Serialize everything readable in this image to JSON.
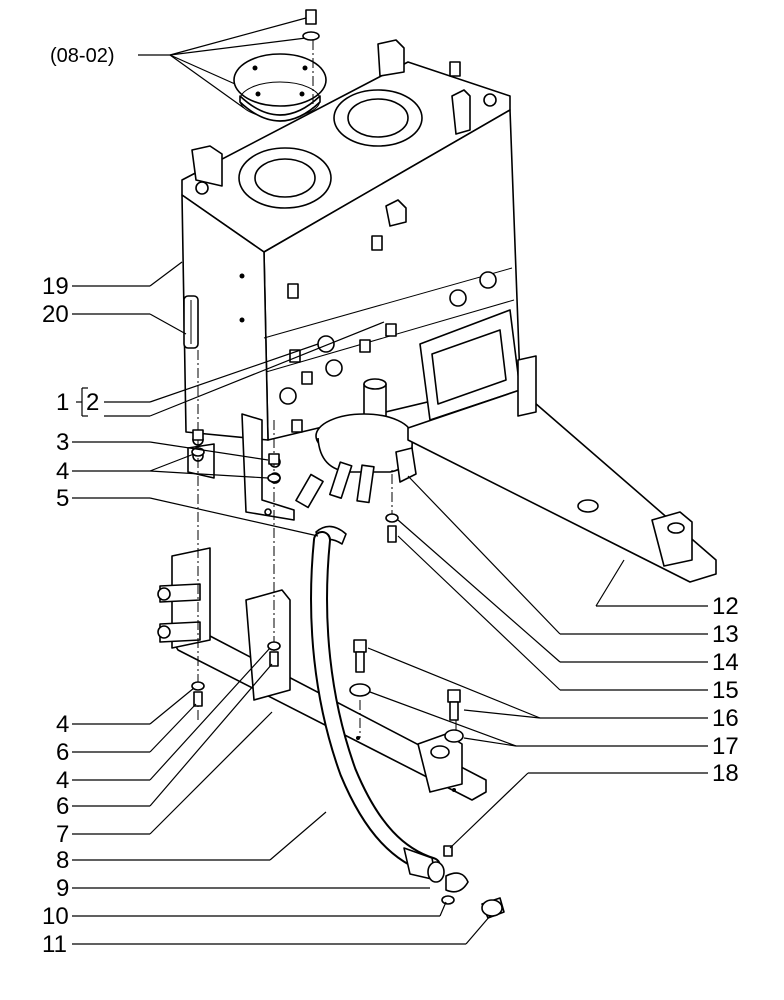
{
  "diagram": {
    "reference_label": "(08-02)",
    "callouts": [
      {
        "id": "c19",
        "text": "19"
      },
      {
        "id": "c20",
        "text": "20"
      },
      {
        "id": "c1",
        "text": "1"
      },
      {
        "id": "c2",
        "text": "2"
      },
      {
        "id": "c3",
        "text": "3"
      },
      {
        "id": "c4a",
        "text": "4"
      },
      {
        "id": "c5",
        "text": "5"
      },
      {
        "id": "c4b",
        "text": "4"
      },
      {
        "id": "c6a",
        "text": "6"
      },
      {
        "id": "c4c",
        "text": "4"
      },
      {
        "id": "c6b",
        "text": "6"
      },
      {
        "id": "c7",
        "text": "7"
      },
      {
        "id": "c8",
        "text": "8"
      },
      {
        "id": "c9",
        "text": "9"
      },
      {
        "id": "c10",
        "text": "10"
      },
      {
        "id": "c11",
        "text": "11"
      },
      {
        "id": "c12",
        "text": "12"
      },
      {
        "id": "c13",
        "text": "13"
      },
      {
        "id": "c14",
        "text": "14"
      },
      {
        "id": "c15",
        "text": "15"
      },
      {
        "id": "c16",
        "text": "16"
      },
      {
        "id": "c17",
        "text": "17"
      },
      {
        "id": "c18",
        "text": "18"
      }
    ]
  }
}
